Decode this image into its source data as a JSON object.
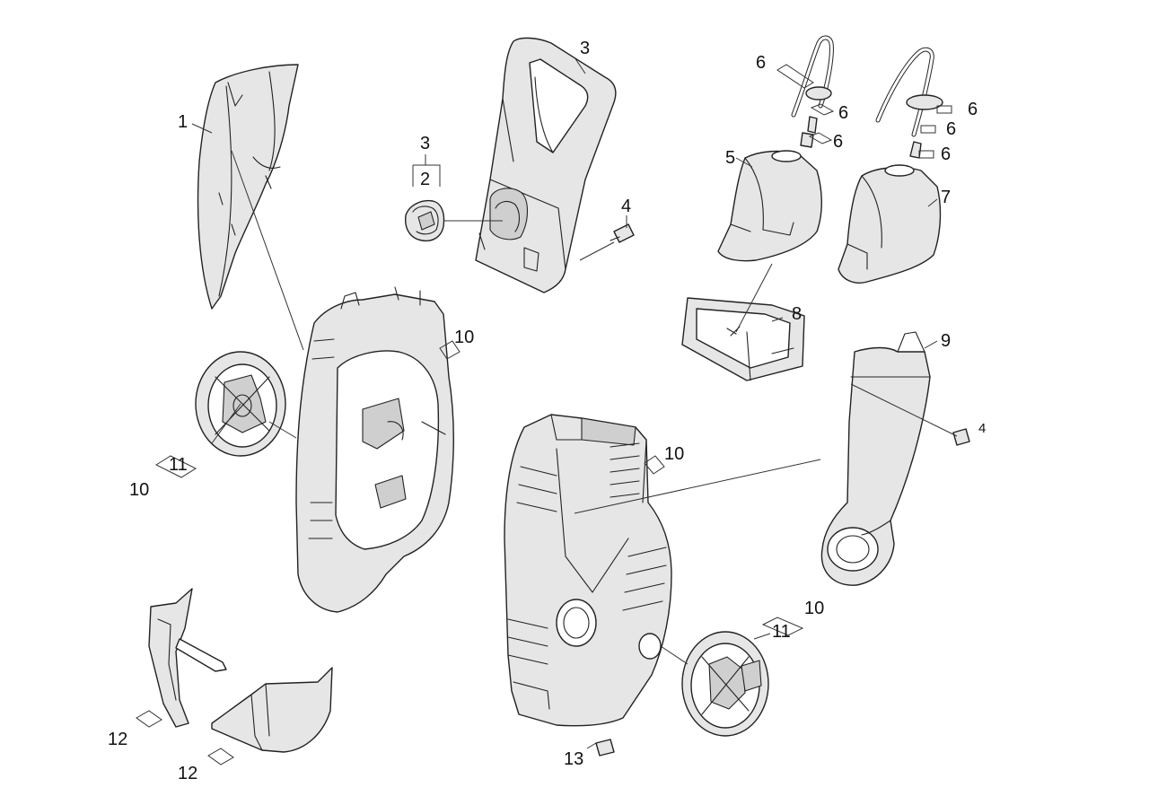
{
  "callouts": {
    "c1": "1",
    "c2": "2",
    "c3_top": "3",
    "c3_left": "3",
    "c4_top": "4",
    "c4_right": "4",
    "c5": "5",
    "c6_a": "6",
    "c6_b": "6",
    "c6_c": "6",
    "c6_d": "6",
    "c6_e": "6",
    "c6_f": "6",
    "c7": "7",
    "c8": "8",
    "c9": "9",
    "c10_a": "10",
    "c10_b": "10",
    "c10_c": "10",
    "c10_d": "10",
    "c11_a": "11",
    "c11_b": "11",
    "c12_a": "12",
    "c12_b": "12",
    "c13": "13"
  }
}
